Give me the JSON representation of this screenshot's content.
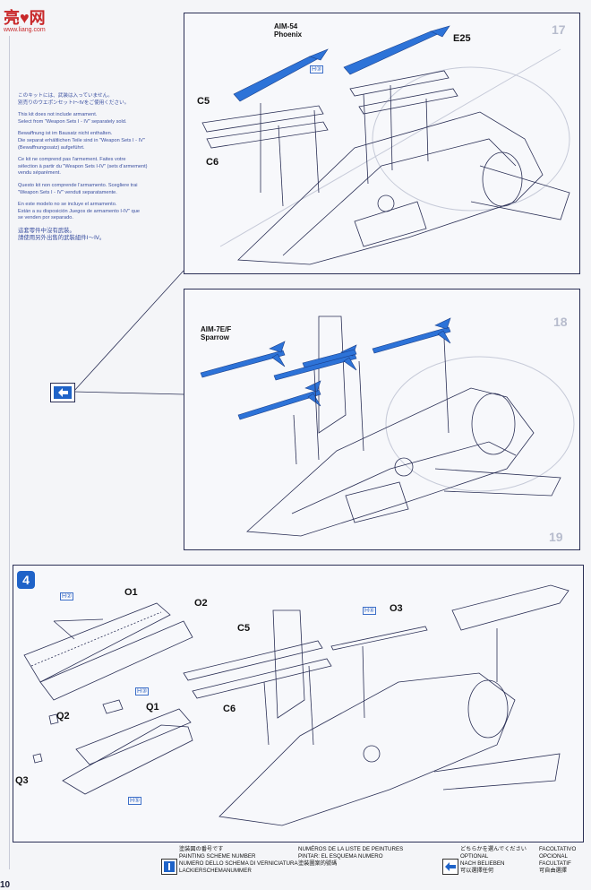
{
  "site_logo": {
    "main": "亮♥网",
    "sub": "www.liang.com"
  },
  "notice": {
    "ja1": "このキットには、武装は入っていません。",
    "ja2": "別売りのウエポンセットⅠ～Ⅳをご使用ください。",
    "en1": "This kit does not include armament.",
    "en2": "Select from \"Weapon Sets I - IV\" separately sold.",
    "de1": "Bewaffnung ist im Bausatz nicht enthalten.",
    "de2": "Die separat erhältlichen Teile sind in \"Weapon Sets I - IV\"",
    "de3": "(Bewaffnungssatz) aufgeführt.",
    "fr1": "Ce kit ne comprend pas l'armement. Faites votre",
    "fr2": "sélection à partir du \"Weapon Sets I-IV\" (sets d'armement)",
    "fr3": "vendu séparément.",
    "it1": "Questo kit non comprende l'armamento.   Scegliere trai",
    "it2": "\"Weapon Sets I - IV\" venduti separatamente.",
    "es1": "En este modelo no se incluye el armamento.",
    "es2": "Están a su disposición Juegos de armamento I-IV\" que",
    "es3": "se venden por separado.",
    "zh1": "這套零件中沒有武裝。",
    "zh2": "請使用另外出售的武裝組件Ⅰ～Ⅳ。"
  },
  "step17": {
    "panel_number": "17",
    "missile_name": "AIM-54",
    "missile_sub": "Phoenix",
    "parts": [
      "C5",
      "C6",
      "E25"
    ],
    "hole_ref": "H③"
  },
  "step18": {
    "panel_number": "18",
    "missile_name": "AIM-7E/F",
    "missile_sub": "Sparrow"
  },
  "step4": {
    "badge": "4",
    "parts": [
      "O1",
      "O2",
      "O3",
      "Q1",
      "Q2",
      "Q3",
      "C5",
      "C6"
    ],
    "hole_refs": [
      "H②",
      "H③",
      "H④",
      "H⑤"
    ],
    "panel_number": "19"
  },
  "legend": {
    "painting_ja": "塗装図の番号です",
    "painting_en": "PAINTING SCHEME NUMBER",
    "painting_it": "NUMERO DELLO SCHEMA DI VERNICIATURA",
    "painting_de": "LACKIERSCHEMANUMMER",
    "painting_fr": "NUMÉROS DE LA LISTE DE PEINTURES",
    "painting_es": "PINTAR: EL ESQUEMA NUMERO",
    "painting_zh": "塗裝圖案的號碼",
    "optional_ja": "どちらかを選んでください",
    "optional_en": "OPTIONAL",
    "optional_de": "NACH BELIEBEN",
    "optional_it": "FACOLTATIVO",
    "optional_es": "OPCIONAL",
    "optional_fr": "FACULTATIF",
    "optional_zh": "可以選擇任何",
    "optional_zh2": "可自由選擇"
  },
  "page_number": "10",
  "colors": {
    "missile_blue": "#2d73d8",
    "frame": "#2a2f55",
    "accent_blue": "#1f63c8"
  }
}
